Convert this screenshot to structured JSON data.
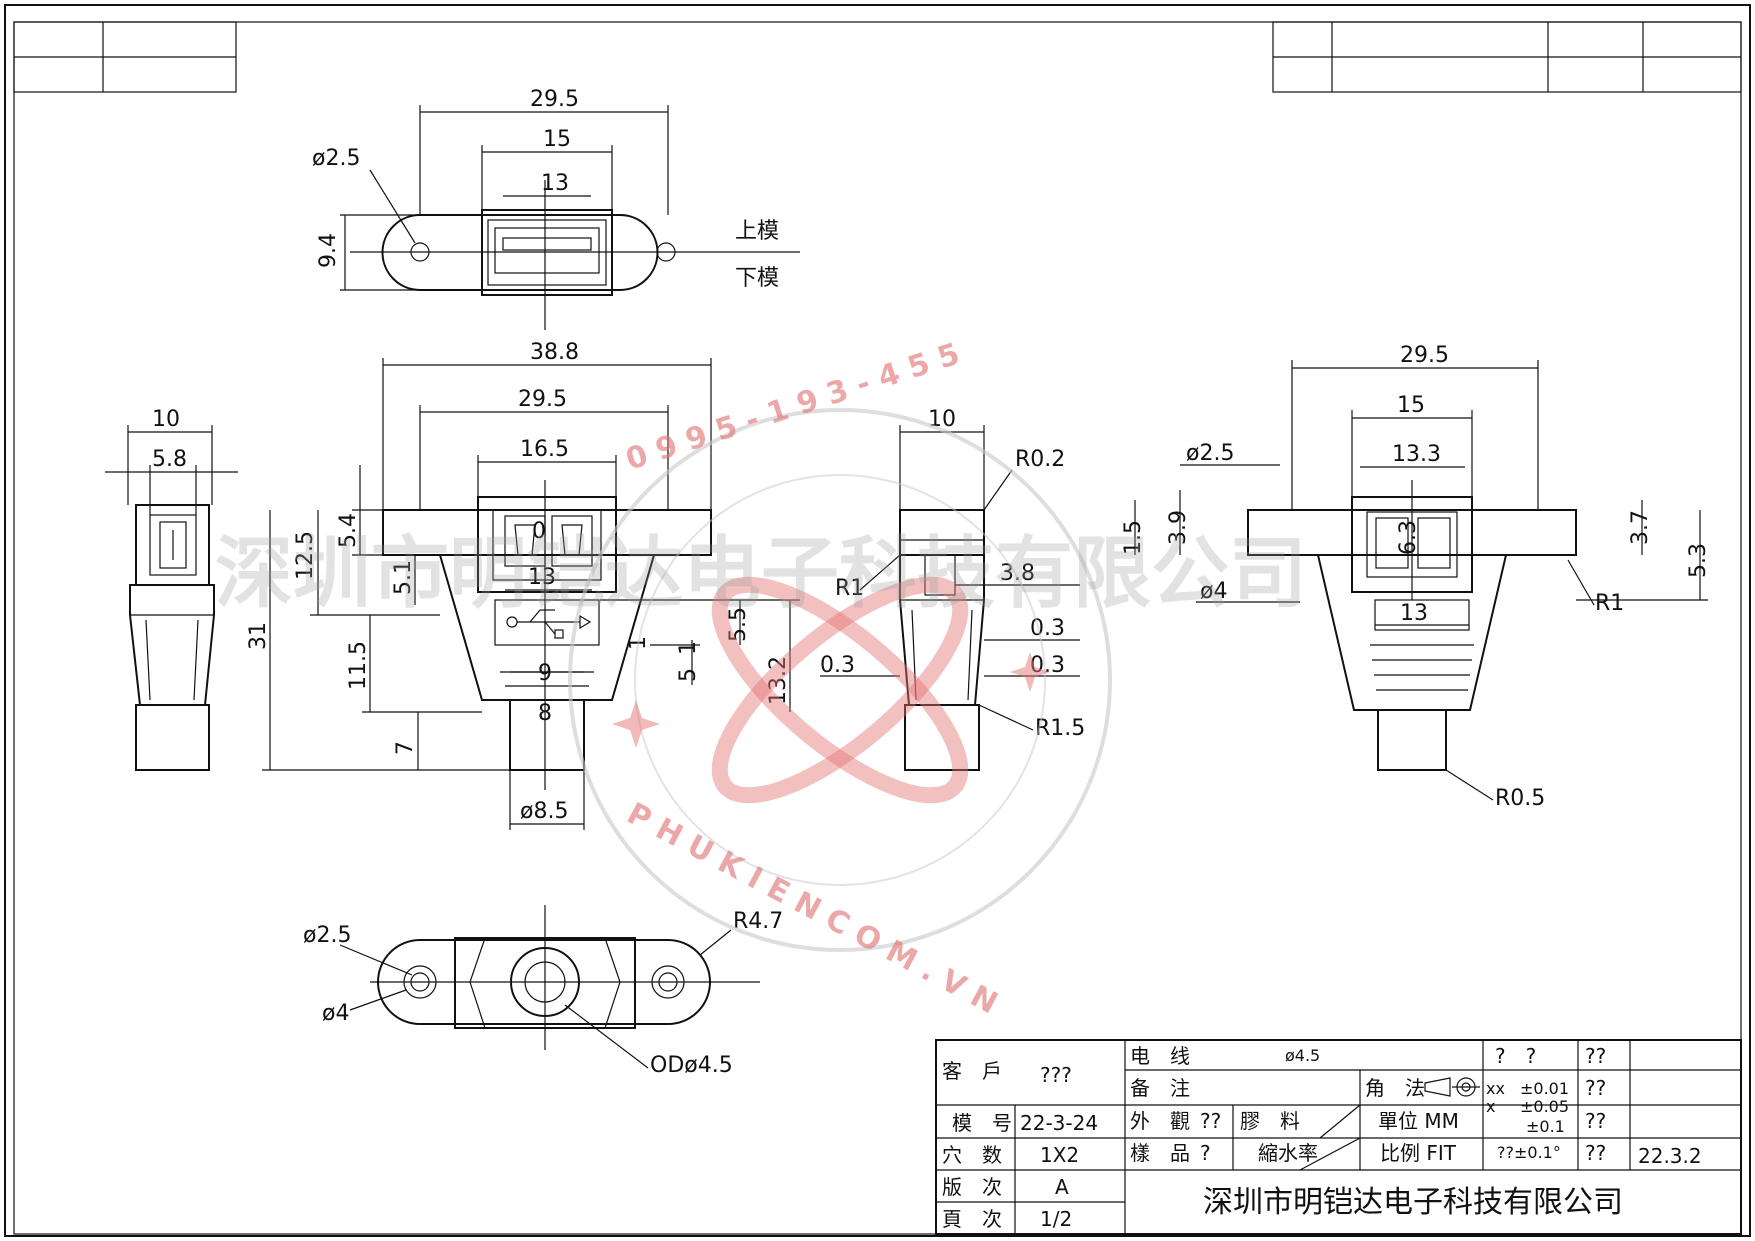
{
  "drawing": {
    "top_view": {
      "width_29_5": "29.5",
      "width_15": "15",
      "width_13": "13",
      "hole": "ø2.5",
      "height": "9.4",
      "upper_mold": "上模",
      "lower_mold": "下模"
    },
    "front_view": {
      "w_38_8": "38.8",
      "w_29_5": "29.5",
      "w_16_5": "16.5",
      "d_5_4": "5.4",
      "d_12_5": "12.5",
      "d_5_1": "5.1",
      "d_13": "13",
      "d_5_5": "5.5",
      "d_31": "31",
      "d_11_5": "11.5",
      "d_1": "1",
      "d_5": "5",
      "d_1b": "1",
      "d_9": "9",
      "d_13_2": "13.2",
      "d_7": "7",
      "d_od": "ø8.5",
      "d_8": "8",
      "d_0": "0"
    },
    "left_view": {
      "w_10": "10",
      "w_5_8": "5.8"
    },
    "side_view": {
      "w_10": "10",
      "r_0_2": "R0.2",
      "r_1": "R1",
      "d_3_8": "3.8",
      "d_0_3a": "0.3",
      "d_0_3b": "0.3",
      "d_0_3c": "0.3",
      "r_1_5": "R1.5"
    },
    "rear_view": {
      "w_29_5": "29.5",
      "w_15": "15",
      "w_13_3": "13.3",
      "hole": "ø2.5",
      "d_1_5": "1.5",
      "d_3_9": "3.9",
      "d_4": "ø4",
      "d_3_7": "3.7",
      "d_5_3": "5.3",
      "r_1": "R1",
      "d_13": "13",
      "d_6_3": "6.3",
      "r_0_5": "R0.5"
    },
    "bottom_view": {
      "hole": "ø2.5",
      "hole_outer": "ø4",
      "radius": "R4.7",
      "cable": "ODø4.5"
    }
  },
  "title_block": {
    "customer_label": "客　戶",
    "customer_value": "???",
    "model_label": "模　号",
    "model_value": "22-3-24",
    "holes_label": "穴　数",
    "holes_value": "1X2",
    "version_label": "版　次",
    "version_value": "A",
    "page_label": "頁　次",
    "page_value": "1/2",
    "wire_label": "电　线",
    "wire_value": "ø4.5",
    "note_label": "备　注",
    "appearance_label": "外　觀",
    "appearance_value": "??",
    "glue_label": "膠　料",
    "sample_label": "樣　品",
    "sample_value": "?",
    "shrink_label": "縮水率",
    "angle_label": "角　法",
    "unit_label": "單位 MM",
    "scale_label": "比例 FIT",
    "tol_q1": "?　?",
    "tol_xx": "xx",
    "tol_001": "±0.01",
    "tol_x": "x",
    "tol_005": "±0.05",
    "tol_01": "±0.1",
    "tol_q2": "??±0.1°",
    "col_a": "??",
    "col_b": "??",
    "col_c": "??",
    "col_d": "??",
    "col_e": "??",
    "date": "22.3.2",
    "company": "深圳市明铠达电子科技有限公司"
  },
  "watermark": {
    "company": "深圳市明铠达电子科技有限公司",
    "phone": "0 9 9 5 - 1 9 3 - 4 5 5",
    "site": "P H U K I E N C O M . V N"
  }
}
